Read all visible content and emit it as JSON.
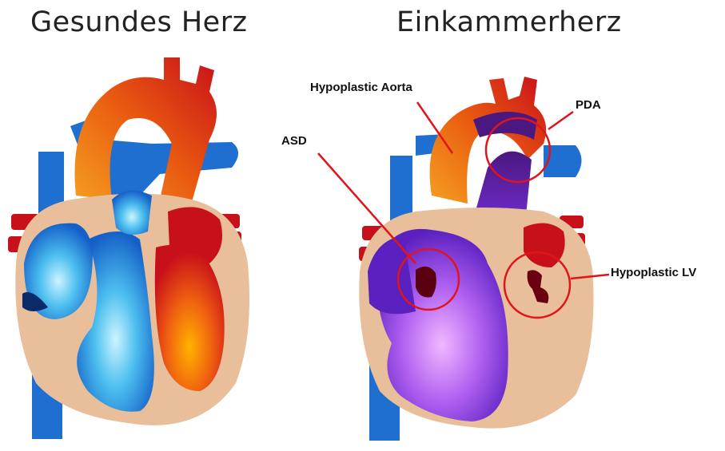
{
  "titles": {
    "left": "Gesundes Herz",
    "right": "Einkammerherz"
  },
  "annotations": {
    "aorta": "Hypoplastic Aorta",
    "asd": "ASD",
    "pda": "PDA",
    "lv": "Hypoplastic LV"
  },
  "colors": {
    "annotation_red": "#e0141a",
    "tissue": "#e8bf9a",
    "venous_blue": "#1f6fd0",
    "arterial_red": "#d0101a",
    "mixed_purple": "#8a2be2"
  }
}
